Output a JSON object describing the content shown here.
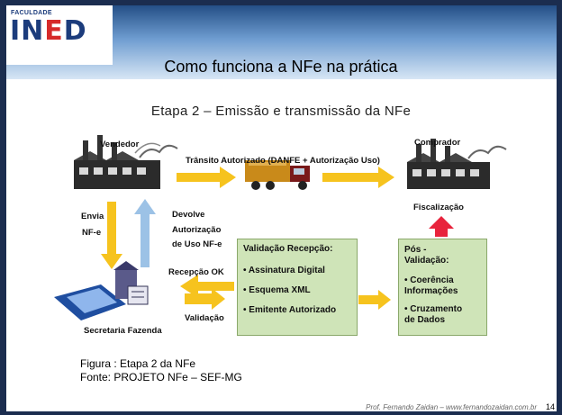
{
  "logo": {
    "small": "FACULDADE",
    "big_prefix": "IN",
    "big_accent": "E",
    "big_suffix": "D"
  },
  "title": "Como funciona a NFe na prática",
  "subtitle": "Etapa 2 – Emissão e transmissão da NFe",
  "labels": {
    "vendedor": "Vendedor",
    "comprador": "Comprador",
    "transito": "Trânsito Autorizado (DANFE + Autorização Uso)",
    "envia": "Envia",
    "nfe": "NF-e",
    "devolve1": "Devolve",
    "devolve2": "Autorização",
    "devolve3": "de Uso NF-e",
    "fiscalizacao": "Fiscalização",
    "recepcao_ok": "Recepção OK",
    "validacao": "Validação",
    "secretaria": "Secretaria Fazenda"
  },
  "validacao_box": {
    "title": "Validação Recepção:",
    "items": [
      "• Assinatura Digital",
      "• Esquema XML",
      "• Emitente Autorizado"
    ]
  },
  "pos_box": {
    "lines": [
      "Pós -",
      "Validação:",
      "• Coerência",
      "Informações",
      "• Cruzamento",
      "de Dados"
    ]
  },
  "caption": {
    "line1": "Figura : Etapa 2 da NFe",
    "line2": "Fonte: PROJETO NFe – SEF-MG"
  },
  "footer": "Prof. Fernando Zaidan – www.fernandozaidan.com.br",
  "page_number": "14",
  "colors": {
    "arrow_yellow": "#f6c31e",
    "arrow_blue": "#9cc2e6",
    "arrow_red": "#e8233c",
    "box_green": "#cfe4b8",
    "header_blue": "#244f86"
  }
}
